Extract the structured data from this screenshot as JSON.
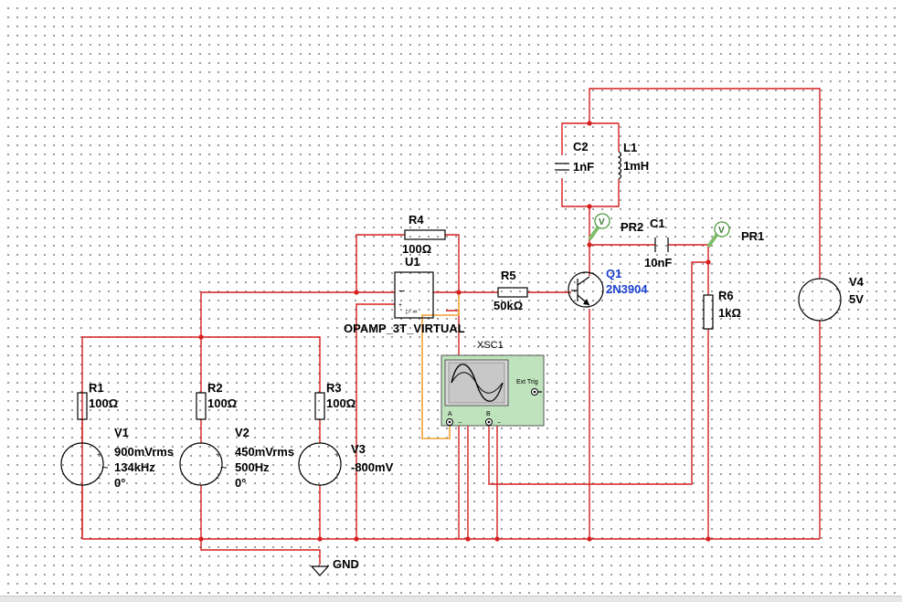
{
  "components": {
    "R1": {
      "ref": "R1",
      "value": "100Ω"
    },
    "R2": {
      "ref": "R2",
      "value": "100Ω"
    },
    "R3": {
      "ref": "R3",
      "value": "100Ω"
    },
    "R4": {
      "ref": "R4",
      "value": "100Ω"
    },
    "R5": {
      "ref": "R5",
      "value": "50kΩ"
    },
    "R6": {
      "ref": "R6",
      "value": "1kΩ"
    },
    "V1": {
      "ref": "V1",
      "amplitude": "900mVrms",
      "frequency": "134kHz",
      "phase": "0°"
    },
    "V2": {
      "ref": "V2",
      "amplitude": "450mVrms",
      "frequency": "500Hz",
      "phase": "0°"
    },
    "V3": {
      "ref": "V3",
      "value": "-800mV"
    },
    "V4": {
      "ref": "V4",
      "value": "5V"
    },
    "U1": {
      "ref": "U1",
      "model": "OPAMP_3T_VIRTUAL"
    },
    "Q1": {
      "ref": "Q1",
      "model": "2N3904"
    },
    "C1": {
      "ref": "C1",
      "value": "10nF"
    },
    "C2": {
      "ref": "C2",
      "value": "1nF"
    },
    "L1": {
      "ref": "L1",
      "value": "1mH"
    },
    "XSC1": {
      "ref": "XSC1",
      "ext_trig": "Ext Trig",
      "ch_a": "A",
      "ch_b": "B"
    },
    "PR1": {
      "ref": "PR1",
      "probe_symbol": "V"
    },
    "PR2": {
      "ref": "PR2",
      "probe_symbol": "V"
    },
    "GND": {
      "label": "GND"
    }
  },
  "colors": {
    "wire": "#d61f1f",
    "scope_wire": "#f0a030",
    "transistor_label": "#1a3fd1",
    "probe": "#7fbf6a",
    "scope_body": "#bfe3bd"
  },
  "symbols": {
    "opamp_minus": "−",
    "opamp_plus": "+",
    "opamp_gain": "▷ ∞",
    "source_plus": "+",
    "source_minus": "−",
    "ac_tilde": "~"
  }
}
